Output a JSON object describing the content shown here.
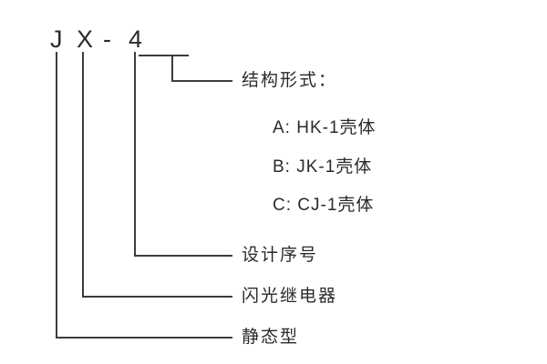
{
  "code": {
    "full": "JX-4",
    "chars": [
      "J",
      "X",
      "-",
      "4"
    ]
  },
  "labels": {
    "structure": "结构形式：",
    "design": "设计序号",
    "flash": "闪光继电器",
    "static": "静态型"
  },
  "options": [
    "A: HK-1壳体",
    "B: JK-1壳体",
    "C: CJ-1壳体"
  ],
  "colors": {
    "line": "#3c3c3c",
    "text": "#2b2b2b",
    "background": "#ffffff"
  }
}
